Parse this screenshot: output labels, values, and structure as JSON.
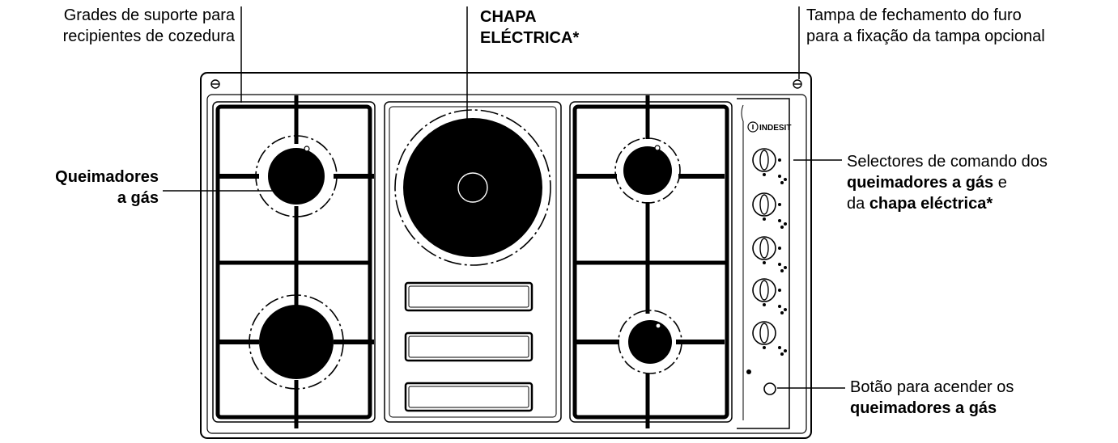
{
  "labels": {
    "grates": [
      "Grades de suporte para",
      "recipientes de cozedura"
    ],
    "electric_plate": [
      "CHAPA",
      "ELÉCTRICA*"
    ],
    "cover": [
      "Tampa de fechamento do furo",
      "para a fixação da tampa opcional"
    ],
    "burners": [
      "Queimadores",
      "a gás"
    ],
    "knobs": {
      "line1": "Selectores de comando dos",
      "line2_bold": "queimadores a gás",
      "line2_tail": " e",
      "line3_head": "da ",
      "line3_bold": "chapa eléctrica*"
    },
    "ignition": {
      "line1": "Botão para acender os",
      "line2_bold": "queimadores a gás"
    }
  },
  "brand": "INDESIT",
  "icons": [
    "screw-icon",
    "burner-icon",
    "electric-plate-icon",
    "knob-icon",
    "ignition-button-icon",
    "brand-logo-icon"
  ]
}
